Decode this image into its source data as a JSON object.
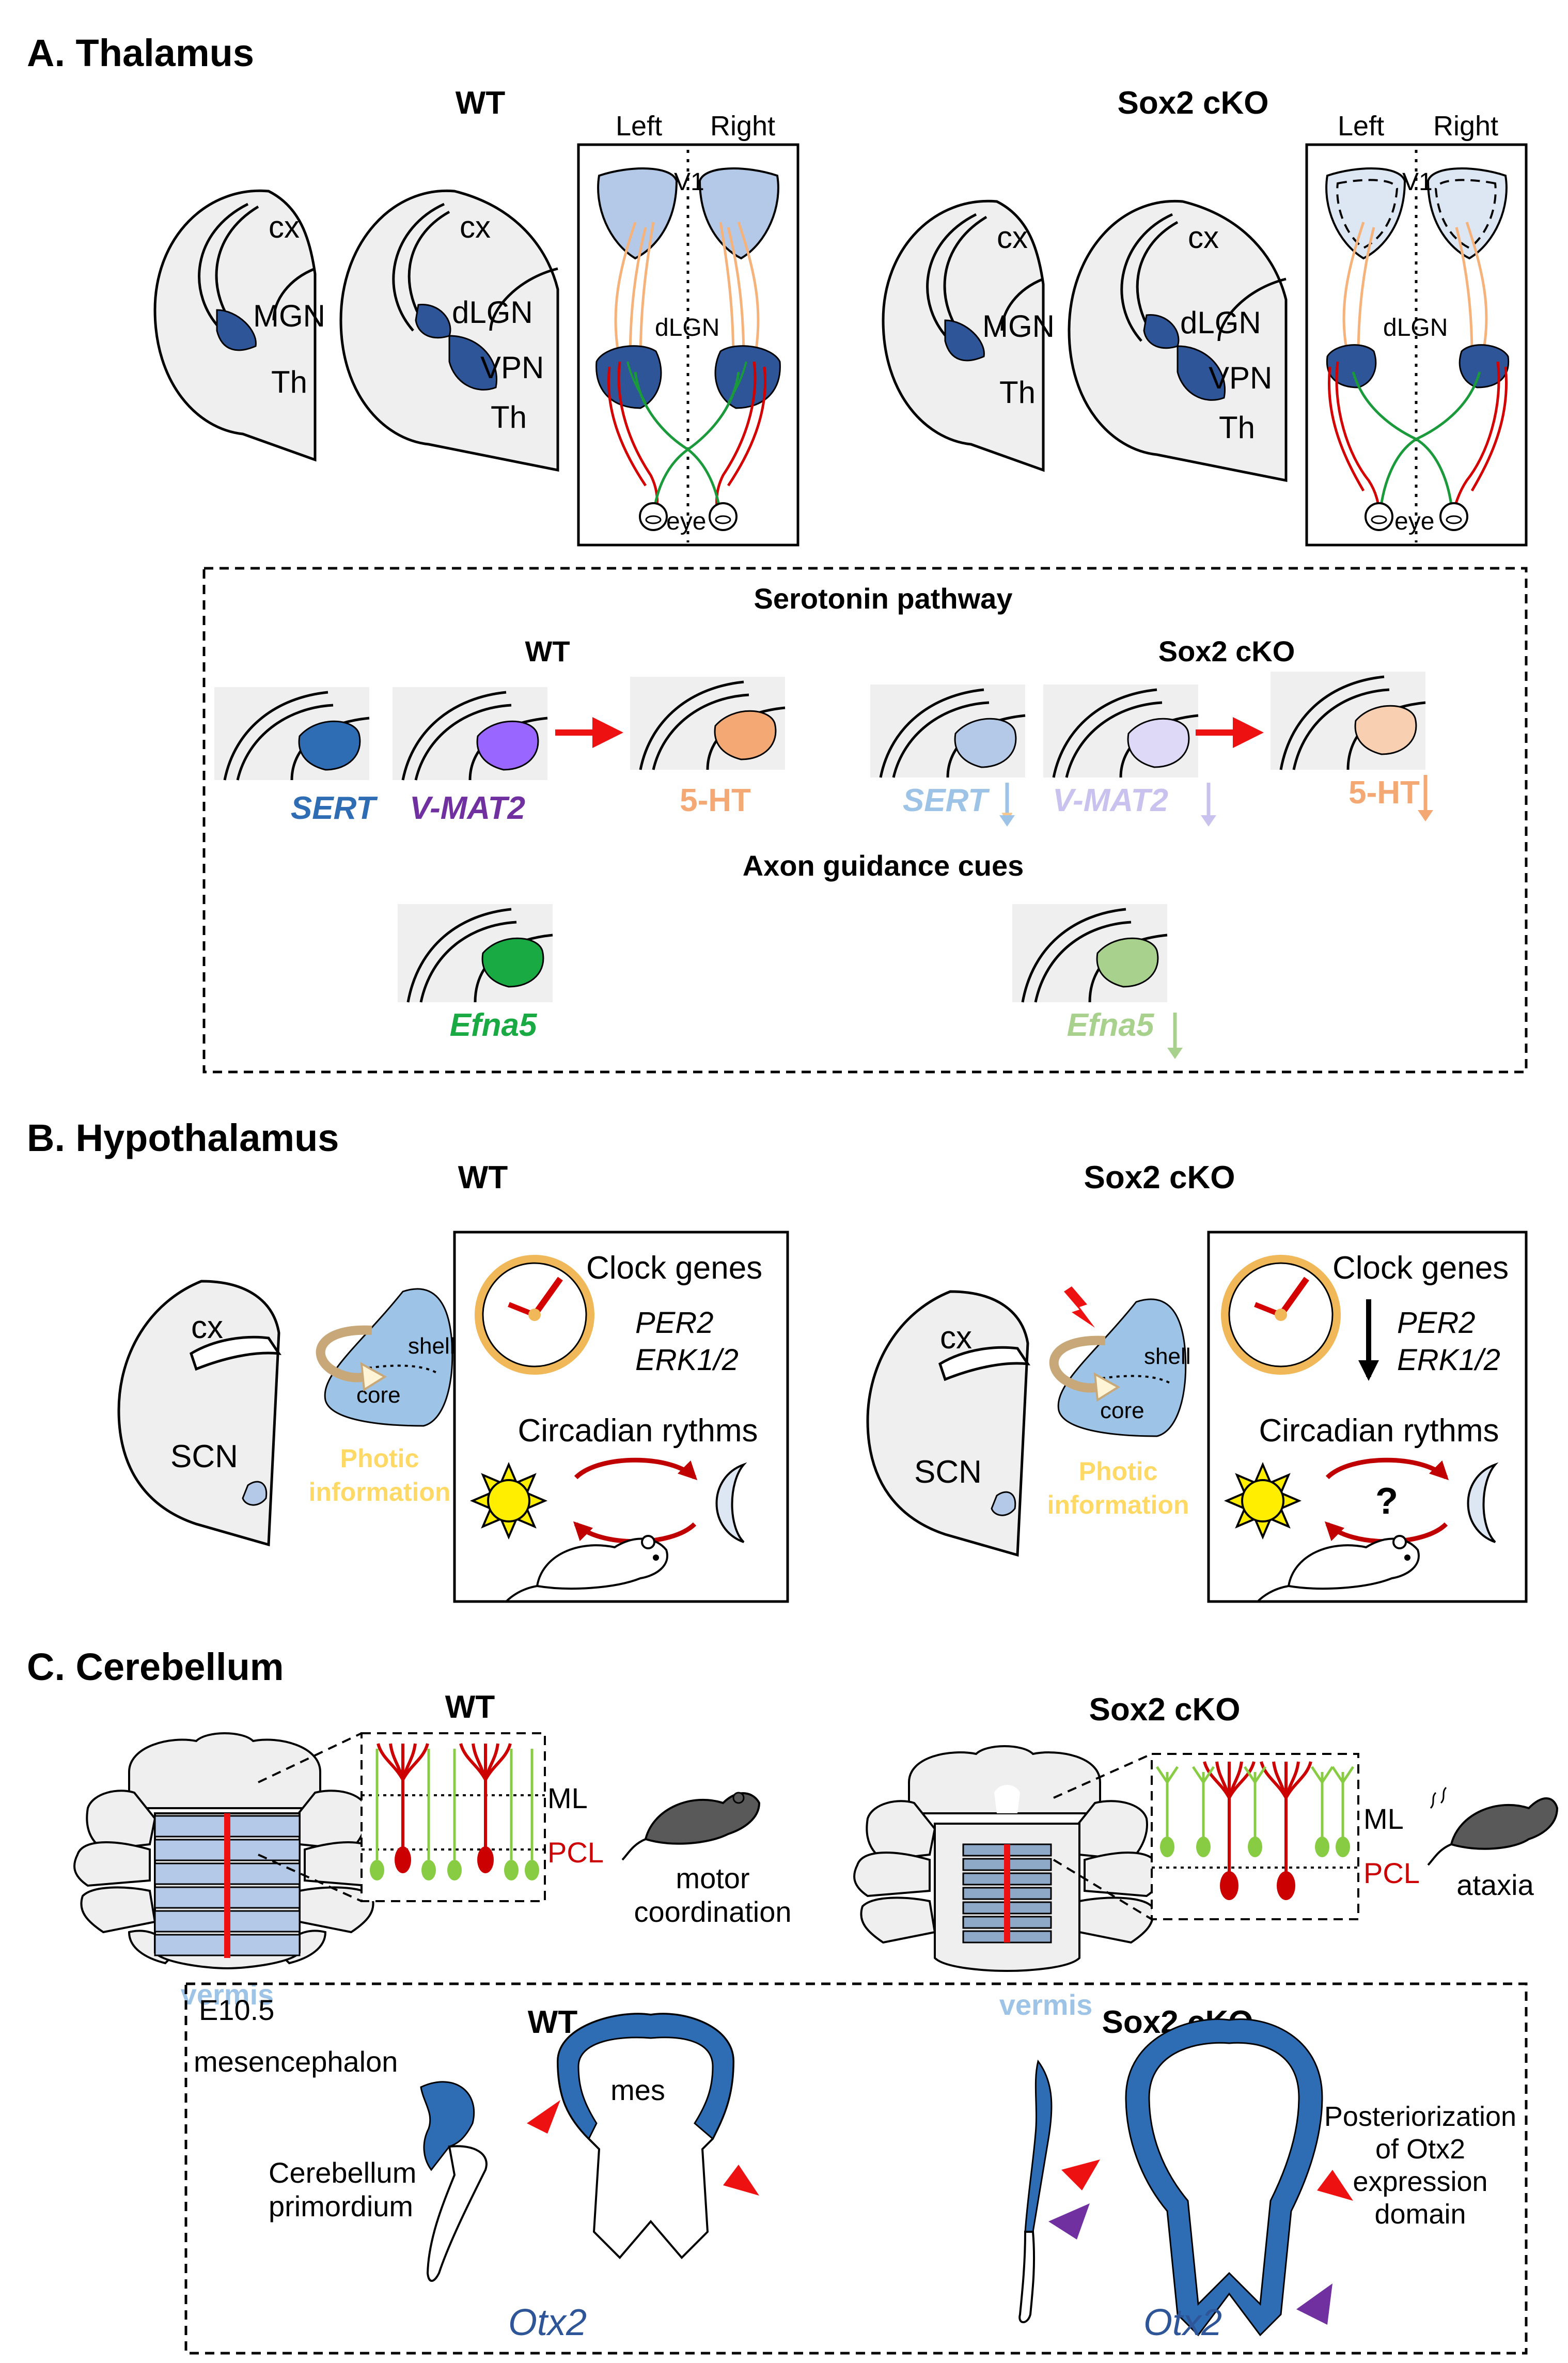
{
  "colors": {
    "brain_fill": "#efefef",
    "nucleus_dark": "#2e5597",
    "nucleus_light": "#b4c9e8",
    "sert": "#2e6db4",
    "vmat2": "#9966ff",
    "ht5": "#f4a874",
    "efna5": "#1aaa44",
    "retina_red": "#d40000",
    "retina_green": "#1a9a3a",
    "cortex_orange": "#f5b27a",
    "sun": "#ffee00",
    "clock_rim": "#f0b858",
    "arrow_red": "#ee1111",
    "arrow_purple": "#7030a0",
    "otx2": "#2e6db4",
    "purkinje_red": "#cc0000",
    "granule_green": "#88cc44",
    "label_blue": "#9dc3e6",
    "photic_yellow": "#ffd966"
  },
  "A": {
    "title": "A.  Thalamus",
    "wt": "WT",
    "ko": "Sox2 cKO",
    "left": "Left",
    "right": "Right",
    "v1": "V1",
    "dlgn": "dLGN",
    "eye": "eye",
    "cx": "cx",
    "mgn": "MGN",
    "th": "Th",
    "vpn": "VPN",
    "serotonin": "Serotonin pathway",
    "sub_wt": "WT",
    "sub_ko": "Sox2 cKO",
    "sert": "SERT",
    "vmat2": "V-MAT2",
    "ht5": "5-HT",
    "axon": "Axon guidance cues",
    "efna5": "Efna5"
  },
  "B": {
    "title": "B.  Hypothalamus",
    "wt": "WT",
    "ko": "Sox2 cKO",
    "cx": "cx",
    "scn": "SCN",
    "shell": "shell",
    "core": "core",
    "photic1": "Photic",
    "photic2": "information",
    "clock": "Clock genes",
    "per2": "PER2",
    "erk": "ERK1/2",
    "circ": "Circadian rythms",
    "q": "?"
  },
  "C": {
    "title": "C.  Cerebellum",
    "wt": "WT",
    "ko": "Sox2 cKO",
    "vermis": "vermis",
    "ml": "ML",
    "pcl": "PCL",
    "motor1": "motor",
    "motor2": "coordination",
    "ataxia": "ataxia",
    "e105": "E10.5",
    "wt2": "WT",
    "ko2": "Sox2 cKO",
    "mesen": "mesencephalon",
    "cereb1": "Cerebellum",
    "cereb2": "primordium",
    "mes": "mes",
    "otx2": "Otx2",
    "post1": "Posteriorization",
    "post2": "of Otx2",
    "post3": "expression",
    "post4": "domain"
  }
}
